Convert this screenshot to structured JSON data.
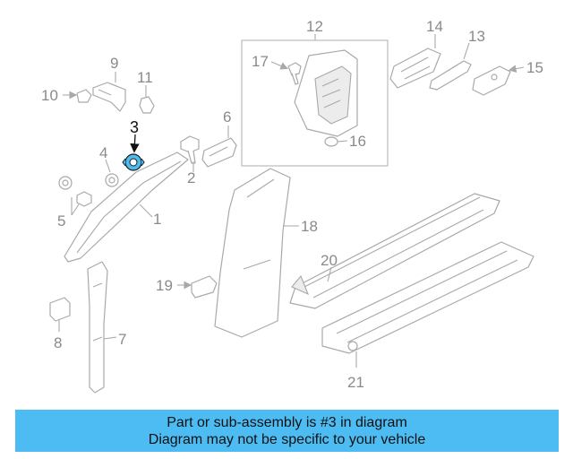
{
  "diagram": {
    "highlight_color": "#4dbcf3",
    "highlighted_part": "3",
    "callouts": {
      "c1": "1",
      "c2": "2",
      "c3": "3",
      "c4": "4",
      "c5": "5",
      "c6": "6",
      "c7": "7",
      "c8": "8",
      "c9": "9",
      "c10": "10",
      "c11": "11",
      "c12": "12",
      "c13": "13",
      "c14": "14",
      "c15": "15",
      "c16": "16",
      "c17": "17",
      "c18": "18",
      "c19": "19",
      "c20": "20",
      "c21": "21"
    }
  },
  "banner": {
    "line1": "Part or sub-assembly is #3 in diagram",
    "line2": "Diagram may not be specific to your vehicle",
    "color": "#4dbcf3"
  }
}
